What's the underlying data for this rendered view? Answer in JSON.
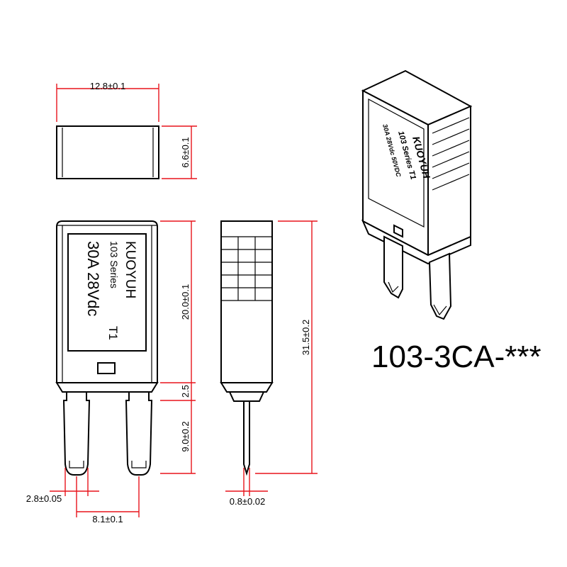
{
  "dimensions": {
    "top_width": "12.8±0.1",
    "top_height": "6.6±0.1",
    "body_height": "20.0±0.1",
    "shoulder": "2.5",
    "blade_length": "9.0±0.2",
    "total_height": "31.5±0.2",
    "blade_width": "2.8±0.05",
    "blade_spacing": "8.1±0.1",
    "blade_thickness": "0.8±0.02"
  },
  "front_label": {
    "brand": "KUOYUH",
    "series": "103 Series",
    "code": "T1",
    "rating": "30A  28Vdc"
  },
  "iso_label": {
    "brand": "KUOYUH",
    "series": "103 Series T1",
    "rating": "30A  28Vdc  50VDC"
  },
  "model_number": "103-3CA-***",
  "colors": {
    "dimension_lines": "#e8141b",
    "outline": "#000000"
  }
}
